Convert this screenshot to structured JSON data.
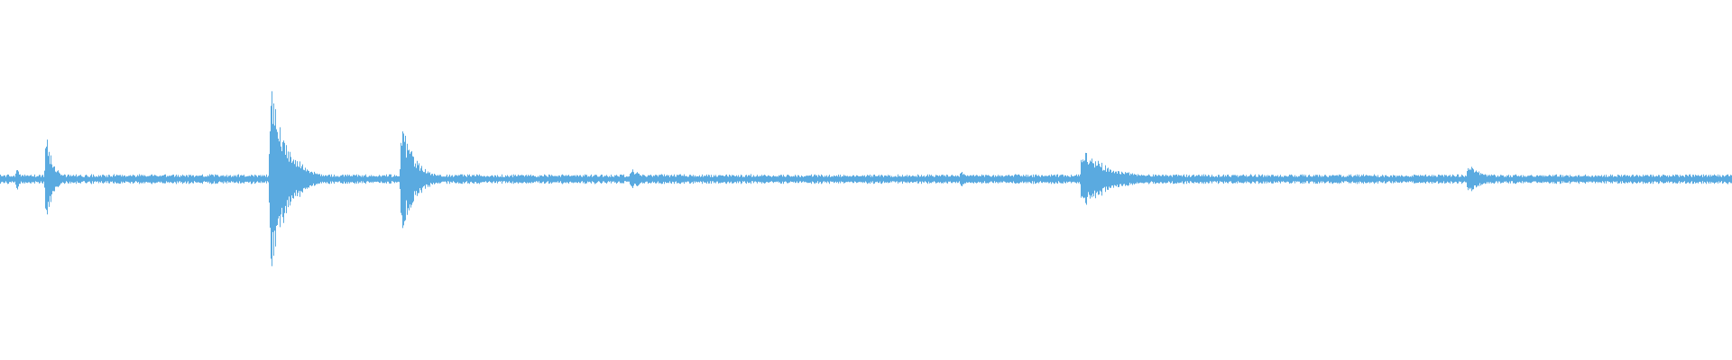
{
  "waveform": {
    "color": "#5aaae0",
    "background": "#ffffff",
    "amplitude_range": [
      -1,
      1
    ],
    "baseline_amplitude": 0.025,
    "transients": [
      {
        "t": 0.0096,
        "amp": 0.09,
        "decay": 0.002
      },
      {
        "t": 0.0266,
        "amp": 0.36,
        "decay": 0.004
      },
      {
        "t": 0.1561,
        "amp": 0.68,
        "decay": 0.01
      },
      {
        "t": 0.2318,
        "amp": 0.42,
        "decay": 0.008
      },
      {
        "t": 0.3643,
        "amp": 0.09,
        "decay": 0.006
      },
      {
        "t": 0.465,
        "amp": 0.03,
        "decay": 0.01
      },
      {
        "t": 0.5548,
        "amp": 0.07,
        "decay": 0.004
      },
      {
        "t": 0.6245,
        "amp": 0.22,
        "decay": 0.018
      },
      {
        "t": 0.784,
        "amp": 0.03,
        "decay": 0.004
      },
      {
        "t": 0.8476,
        "amp": 0.12,
        "decay": 0.008
      }
    ]
  }
}
